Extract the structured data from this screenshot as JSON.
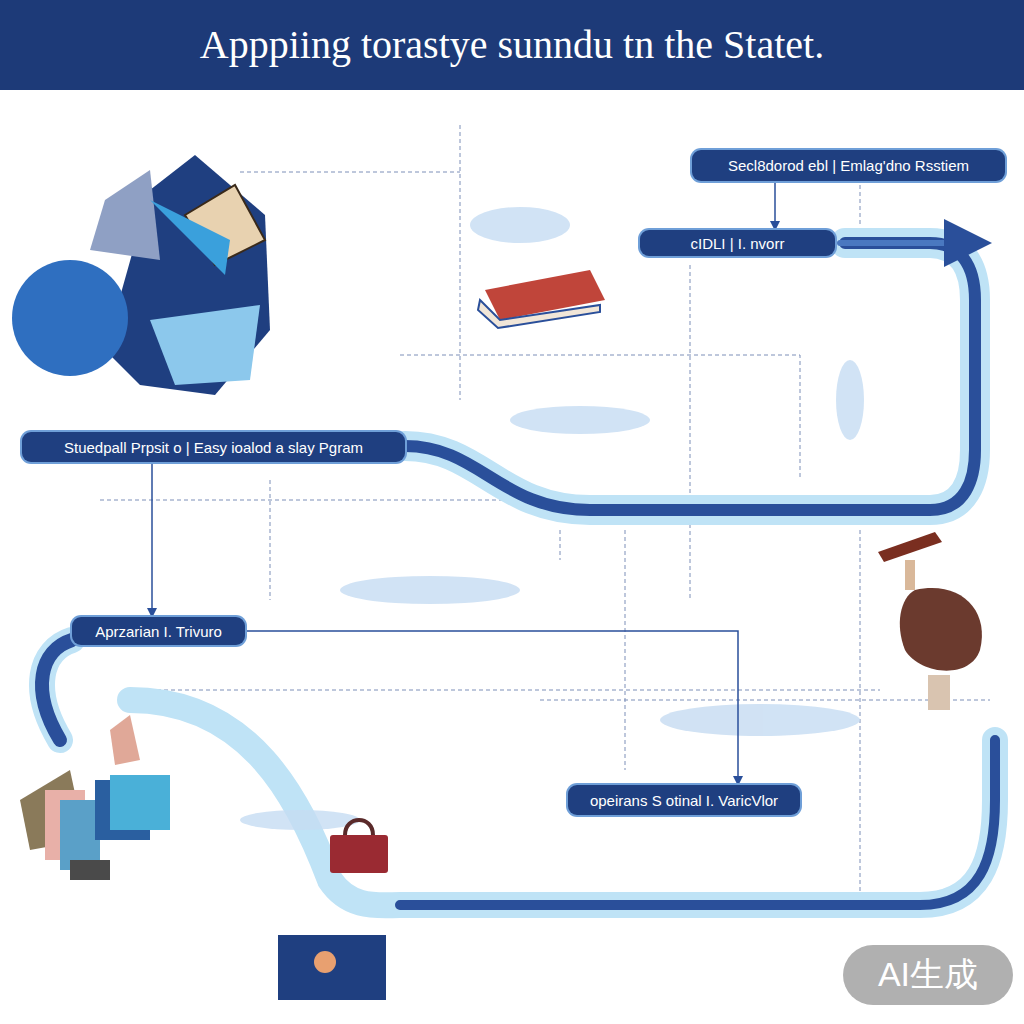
{
  "diagram": {
    "title": "Apppiing torastye sunndu tn the Statet.",
    "nodes": [
      {
        "text": [
          "Secl8dorod ebl | Emlag'dno Rsstiem"
        ]
      },
      {
        "text": [
          "cIDLI | I. nvorr"
        ]
      },
      {
        "text": [
          "Stuedpall Prpsit o | Easy ioalod a slay Pgram"
        ]
      },
      {
        "text": [
          "Aprzarian I. Trivuro"
        ]
      },
      {
        "text": [
          "opeirans S otinal I. VaricVlor"
        ]
      }
    ],
    "edges": [
      {
        "from": 0,
        "to": 1,
        "arrow": "to"
      },
      {
        "from": 2,
        "to": 3,
        "arrow": "to"
      },
      {
        "from": 3,
        "to": 4,
        "arrow": "to"
      }
    ],
    "labels": [
      "AI生成"
    ]
  }
}
